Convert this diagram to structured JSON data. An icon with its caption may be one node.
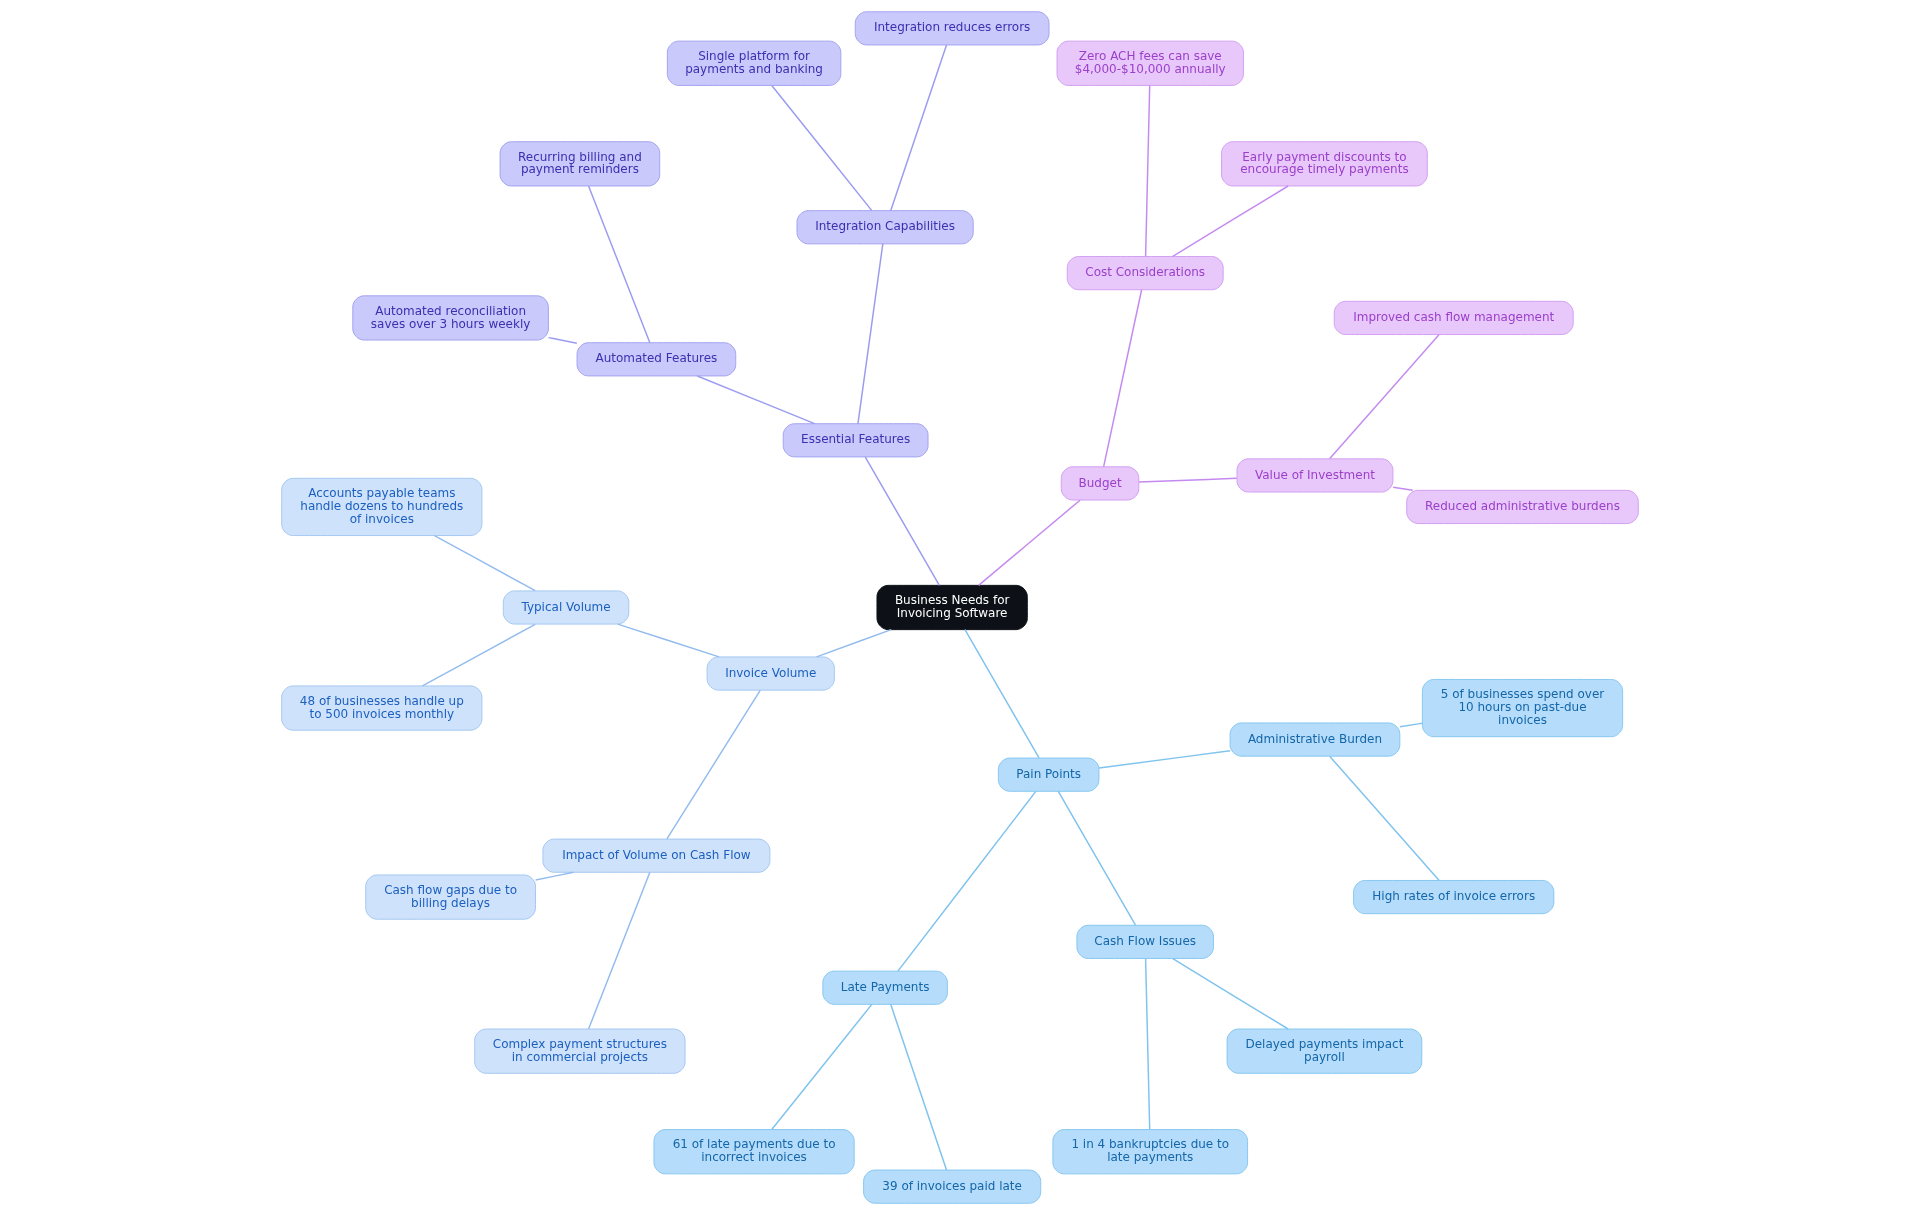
{
  "diagram": {
    "nodes": [
      {
        "text": [
          "Business Needs for Invoicing Software"
        ]
      },
      {
        "text": [
          "Budget"
        ]
      },
      {
        "text": [
          "Value of Investment"
        ]
      },
      {
        "text": [
          "Reduced administrative burdens"
        ]
      },
      {
        "text": [
          "Improved cash flow management"
        ]
      },
      {
        "text": [
          "Cost Considerations"
        ]
      },
      {
        "text": [
          "Early payment discounts to encourage timely payments"
        ]
      },
      {
        "text": [
          "Zero ACH fees can save $4,000-$10,000 annually"
        ]
      },
      {
        "text": [
          "Essential Features"
        ]
      },
      {
        "text": [
          "Integration Capabilities"
        ]
      },
      {
        "text": [
          "Integration reduces errors"
        ]
      },
      {
        "text": [
          "Single platform for payments and banking"
        ]
      },
      {
        "text": [
          "Automated Features"
        ]
      },
      {
        "text": [
          "Recurring billing and payment reminders"
        ]
      },
      {
        "text": [
          "Automated reconciliation saves over 3 hours weekly"
        ]
      },
      {
        "text": [
          "Invoice Volume"
        ]
      },
      {
        "text": [
          "Typical Volume"
        ]
      },
      {
        "text": [
          "Accounts payable teams handle dozens to hundreds of invoices"
        ]
      },
      {
        "text": [
          "48 of businesses handle up to 500 invoices monthly"
        ]
      },
      {
        "text": [
          "Impact of Volume on Cash Flow"
        ]
      },
      {
        "text": [
          "Cash flow gaps due to billing delays"
        ]
      },
      {
        "text": [
          "Complex payment structures in commercial projects"
        ]
      },
      {
        "text": [
          "Pain Points"
        ]
      },
      {
        "text": [
          "Late Payments"
        ]
      },
      {
        "text": [
          "61 of late payments due to incorrect invoices"
        ]
      },
      {
        "text": [
          "39 of invoices paid late"
        ]
      },
      {
        "text": [
          "Cash Flow Issues"
        ]
      },
      {
        "text": [
          "1 in 4 bankruptcies due to late payments"
        ]
      },
      {
        "text": [
          "Delayed payments impact payroll"
        ]
      },
      {
        "text": [
          "Administrative Burden"
        ]
      },
      {
        "text": [
          "High rates of invoice errors"
        ]
      },
      {
        "text": [
          "5 of businesses spend over 10 hours on past-due invoices"
        ]
      }
    ],
    "edges": [
      {
        "from": 0,
        "to": 1,
        "arrow": "none",
        "color": "#c58af0"
      },
      {
        "from": 1,
        "to": 2,
        "arrow": "none",
        "color": "#c58af0"
      },
      {
        "from": 2,
        "to": 3,
        "arrow": "none",
        "color": "#c58af0"
      },
      {
        "from": 2,
        "to": 4,
        "arrow": "none",
        "color": "#c58af0"
      },
      {
        "from": 1,
        "to": 5,
        "arrow": "none",
        "color": "#c58af0"
      },
      {
        "from": 5,
        "to": 6,
        "arrow": "none",
        "color": "#c58af0"
      },
      {
        "from": 5,
        "to": 7,
        "arrow": "none",
        "color": "#c58af0"
      },
      {
        "from": 0,
        "to": 8,
        "arrow": "none",
        "color": "#9b9cf0"
      },
      {
        "from": 8,
        "to": 9,
        "arrow": "none",
        "color": "#9b9cf0"
      },
      {
        "from": 9,
        "to": 10,
        "arrow": "none",
        "color": "#9b9cf0"
      },
      {
        "from": 9,
        "to": 11,
        "arrow": "none",
        "color": "#9b9cf0"
      },
      {
        "from": 8,
        "to": 12,
        "arrow": "none",
        "color": "#9b9cf0"
      },
      {
        "from": 12,
        "to": 13,
        "arrow": "none",
        "color": "#9b9cf0"
      },
      {
        "from": 12,
        "to": 14,
        "arrow": "none",
        "color": "#9b9cf0"
      },
      {
        "from": 0,
        "to": 15,
        "arrow": "none",
        "color": "#93bcee"
      },
      {
        "from": 15,
        "to": 16,
        "arrow": "none",
        "color": "#93bcee"
      },
      {
        "from": 16,
        "to": 17,
        "arrow": "none",
        "color": "#93bcee"
      },
      {
        "from": 16,
        "to": 18,
        "arrow": "none",
        "color": "#93bcee"
      },
      {
        "from": 15,
        "to": 19,
        "arrow": "none",
        "color": "#93bcee"
      },
      {
        "from": 19,
        "to": 20,
        "arrow": "none",
        "color": "#93bcee"
      },
      {
        "from": 19,
        "to": 21,
        "arrow": "none",
        "color": "#93bcee"
      },
      {
        "from": 0,
        "to": 22,
        "arrow": "none"
      },
      {
        "from": 22,
        "to": 23,
        "arrow": "none"
      },
      {
        "from": 23,
        "to": 24,
        "arrow": "none"
      },
      {
        "from": 23,
        "to": 25,
        "arrow": "none"
      },
      {
        "from": 22,
        "to": 26,
        "arrow": "none"
      },
      {
        "from": 26,
        "to": 27,
        "arrow": "none"
      },
      {
        "from": 26,
        "to": 28,
        "arrow": "none"
      },
      {
        "from": 22,
        "to": 29,
        "arrow": "none"
      },
      {
        "from": 29,
        "to": 30,
        "arrow": "none"
      },
      {
        "from": 29,
        "to": 31,
        "arrow": "none"
      }
    ]
  }
}
